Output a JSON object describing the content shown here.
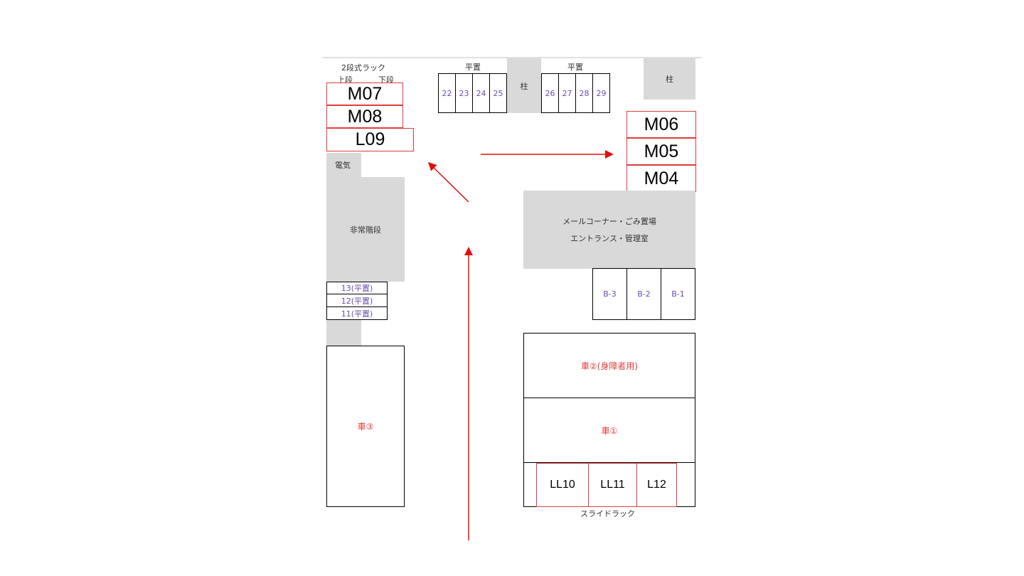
{
  "rack_title": "2段式ラック",
  "rack_upper": "上段",
  "rack_lower": "下段",
  "flat_label_left": "平置",
  "flat_label_right": "平置",
  "pillar_label": "柱",
  "pillar_label_2": "柱",
  "electric": "電気",
  "stairs": "非常階段",
  "mail_line1": "メールコーナー・ごみ置場",
  "mail_line2": "エントランス・管理室",
  "slots_left": [
    "22",
    "23",
    "24",
    "25"
  ],
  "slots_right": [
    "26",
    "27",
    "28",
    "29"
  ],
  "m07": "M07",
  "m08": "M08",
  "l09": "L09",
  "m06": "M06",
  "m05": "M05",
  "m04": "M04",
  "flat": [
    "13(平置)",
    "12(平置)",
    "11(平置)"
  ],
  "b3": "B-3",
  "b2": "B-2",
  "b1": "B-1",
  "car2": "車②(身障者用)",
  "car1": "車①",
  "car3": "車③",
  "ll10": "LL10",
  "ll11": "LL11",
  "l12": "L12",
  "slide": "スライドラック"
}
